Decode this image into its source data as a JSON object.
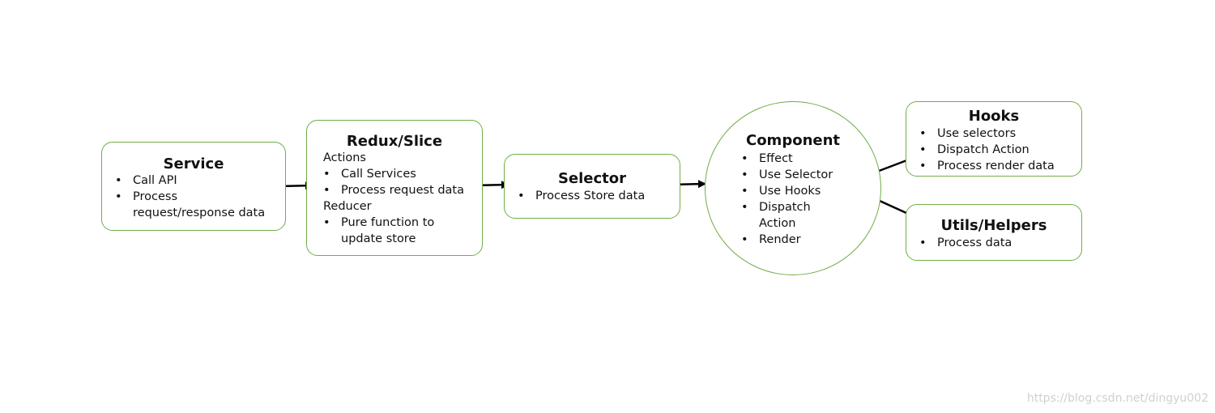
{
  "nodes": [
    {
      "id": "service",
      "title": "Service",
      "lines": [
        {
          "kind": "bullet",
          "text": "Call API"
        },
        {
          "kind": "bullet",
          "text": "Process"
        },
        {
          "kind": "cont",
          "text": "request/response data"
        }
      ]
    },
    {
      "id": "redux-slice",
      "title": "Redux/Slice",
      "lines": [
        {
          "kind": "head",
          "text": "Actions"
        },
        {
          "kind": "bullet",
          "text": "Call Services"
        },
        {
          "kind": "bullet",
          "text": "Process request data"
        },
        {
          "kind": "head",
          "text": "Reducer"
        },
        {
          "kind": "bullet",
          "text": "Pure function to"
        },
        {
          "kind": "cont",
          "text": "update store"
        }
      ]
    },
    {
      "id": "selector",
      "title": "Selector",
      "lines": [
        {
          "kind": "bullet",
          "text": "Process Store data"
        }
      ]
    },
    {
      "id": "component",
      "title": "Component",
      "lines": [
        {
          "kind": "bullet",
          "text": "Effect"
        },
        {
          "kind": "bullet",
          "text": "Use Selector"
        },
        {
          "kind": "bullet",
          "text": "Use Hooks"
        },
        {
          "kind": "bullet",
          "text": "Dispatch"
        },
        {
          "kind": "cont",
          "text": "Action"
        },
        {
          "kind": "bullet",
          "text": "Render"
        }
      ]
    },
    {
      "id": "hooks",
      "title": "Hooks",
      "lines": [
        {
          "kind": "bullet",
          "text": "Use selectors"
        },
        {
          "kind": "bullet",
          "text": "Dispatch Action"
        },
        {
          "kind": "bullet",
          "text": "Process render data"
        }
      ]
    },
    {
      "id": "utils-helpers",
      "title": "Utils/Helpers",
      "lines": [
        {
          "kind": "bullet",
          "text": "Process data"
        }
      ]
    }
  ],
  "edges": [
    {
      "from": "service",
      "to": "redux-slice"
    },
    {
      "from": "redux-slice",
      "to": "selector"
    },
    {
      "from": "selector",
      "to": "component"
    },
    {
      "from": "hooks",
      "to": "component"
    },
    {
      "from": "utils-helpers",
      "to": "component"
    }
  ],
  "colors": {
    "node_border": "#70ad47",
    "arrow": "#000000",
    "text": "#111111",
    "watermark": "#d0d0d0"
  },
  "watermark": "https://blog.csdn.net/dingyu002"
}
